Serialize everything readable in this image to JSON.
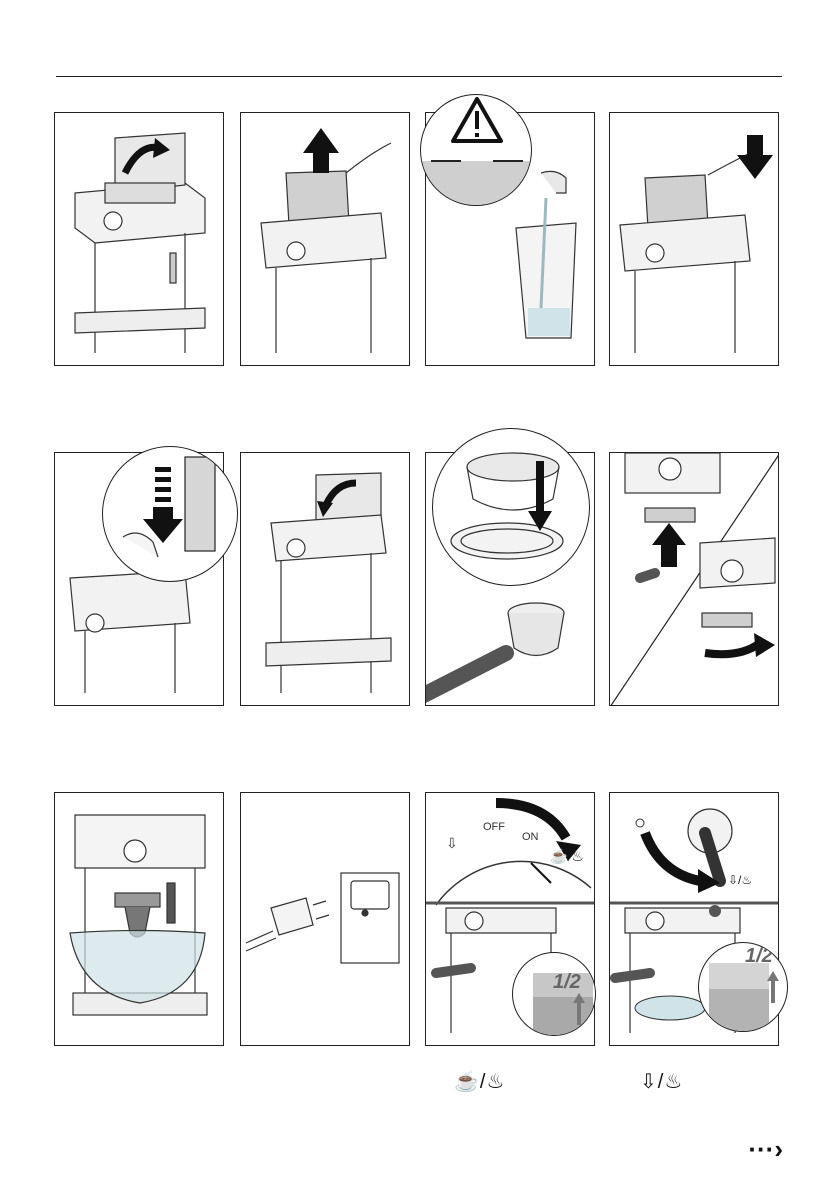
{
  "labels": {
    "off": "OFF",
    "on": "ON",
    "half_a": "1/2",
    "half_b": "1/2",
    "half_c": "1/2"
  },
  "captions": {
    "coffee_steam_symbol": "☕/♨",
    "steam_symbol": "⇩/♨"
  },
  "nav": {
    "next_symbol": "···›"
  },
  "colors": {
    "line": "#222222",
    "light_gray": "#e6e6e6",
    "mid_gray": "#bdbdbd",
    "dark_gray": "#555555",
    "arrow_black": "#111111",
    "water": "#cfe3e8"
  }
}
